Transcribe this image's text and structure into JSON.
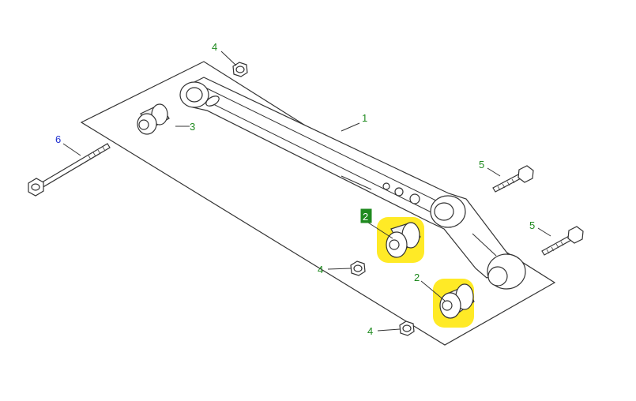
{
  "colors": {
    "label_green": "#1f8a1f",
    "label_blue": "#2030d0",
    "highlight": "#ffe600",
    "selected_box": "#1f8a1f",
    "line": "#333333"
  },
  "callouts": {
    "arm": "1",
    "bushing_selected": "2",
    "bushing_lower": "2",
    "bushing_upper": "3",
    "nut_top": "4",
    "nut_middle": "4",
    "nut_bottom": "4",
    "bolt_upper": "5",
    "bolt_lower": "5",
    "bolt_long": "6"
  }
}
